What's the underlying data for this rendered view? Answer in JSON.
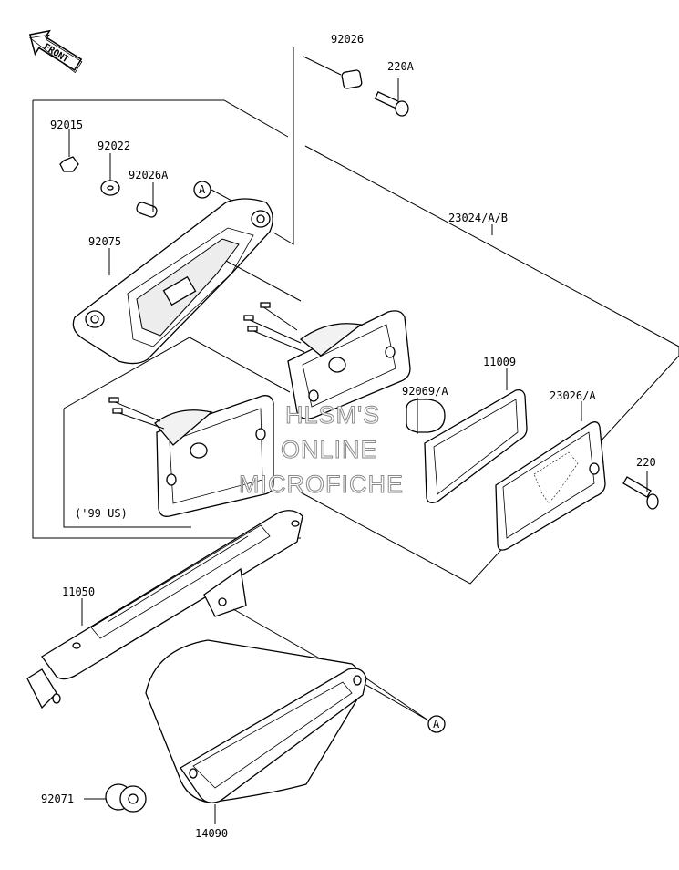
{
  "front_badge": "FRONT",
  "callouts": [
    {
      "id": "p92026",
      "text": "92026"
    },
    {
      "id": "p220A",
      "text": "220A"
    },
    {
      "id": "p92015",
      "text": "92015"
    },
    {
      "id": "p92022",
      "text": "92022"
    },
    {
      "id": "p92026A",
      "text": "92026A"
    },
    {
      "id": "refA1",
      "text": "A"
    },
    {
      "id": "p92075",
      "text": "92075"
    },
    {
      "id": "p23024",
      "text": "23024/A/B"
    },
    {
      "id": "p11009",
      "text": "11009"
    },
    {
      "id": "p92069",
      "text": "92069/A"
    },
    {
      "id": "p23026",
      "text": "23026/A"
    },
    {
      "id": "p220",
      "text": "220"
    },
    {
      "id": "note99",
      "text": "('99 US)"
    },
    {
      "id": "p11050",
      "text": "11050"
    },
    {
      "id": "refA2",
      "text": "A"
    },
    {
      "id": "p92071",
      "text": "92071"
    },
    {
      "id": "p14090",
      "text": "14090"
    }
  ],
  "watermark": [
    "HLSM'S",
    "ONLINE",
    "MICROFICHE"
  ]
}
